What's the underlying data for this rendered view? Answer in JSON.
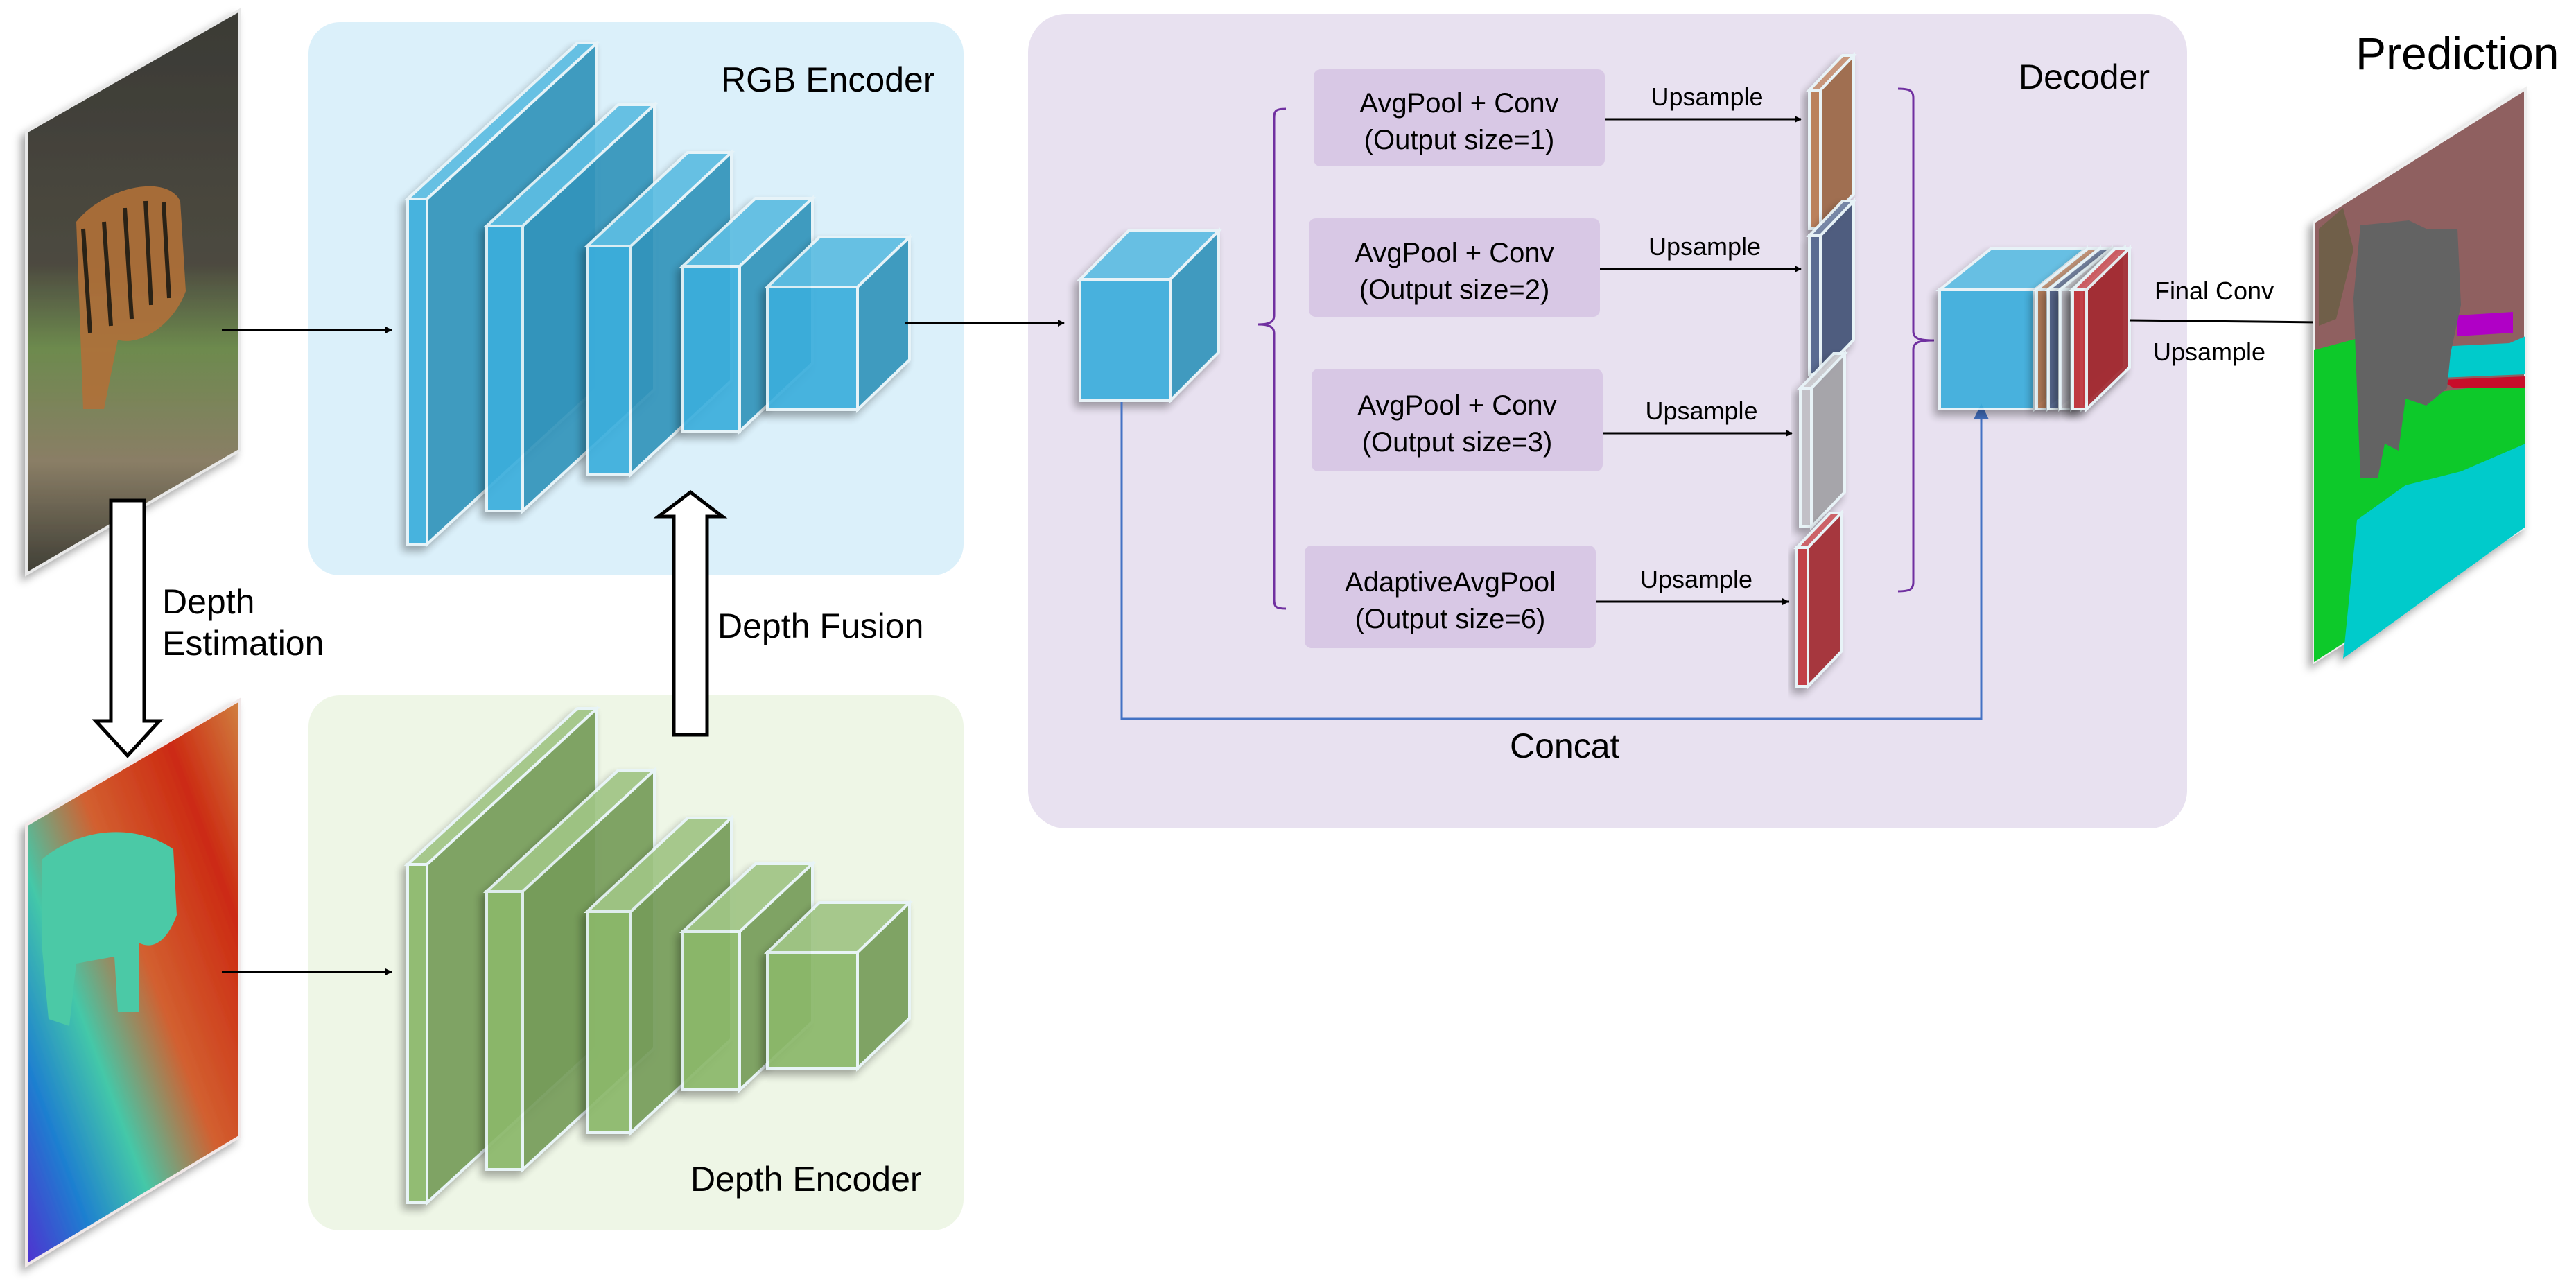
{
  "figure": {
    "type": "network-architecture",
    "panels": {
      "rgb_encoder": {
        "title": "RGB Encoder",
        "color": "#DBF0FA",
        "layer_color": "#3AAEDC",
        "layer_count": 5
      },
      "depth_encoder": {
        "title": "Depth Encoder",
        "color": "#EEF6E6",
        "layer_color": "#8BB86A",
        "layer_count": 5
      },
      "decoder": {
        "title": "Decoder",
        "color": "#E8E1F0"
      }
    },
    "inputs": {
      "rgb_image": {
        "description": "tiger photo (RGB input)"
      },
      "depth_map": {
        "description": "estimated depth map (colormap)"
      }
    },
    "arrows": {
      "depth_estimation": {
        "line1": "Depth",
        "line2": "Estimation"
      },
      "depth_fusion": "Depth Fusion",
      "concat": "Concat",
      "final_conv": "Final Conv",
      "final_upsample": "Upsample"
    },
    "pyramid_branches": [
      {
        "line1": "AvgPool + Conv",
        "line2": "(Output size=1)",
        "arrow_label": "Upsample",
        "feature_color": "#B97B55"
      },
      {
        "line1": "AvgPool + Conv",
        "line2": "(Output size=2)",
        "arrow_label": "Upsample",
        "feature_color": "#52668E"
      },
      {
        "line1": "AvgPool + Conv",
        "line2": "(Output size=3)",
        "arrow_label": "Upsample",
        "feature_color": "#C0BFC5"
      },
      {
        "line1": "AdaptiveAvgPool",
        "line2": "(Output size=6)",
        "arrow_label": "Upsample",
        "feature_color": "#C0373F"
      }
    ],
    "branch_box_color": "#D8C8E5",
    "bracket_color": "#7030A0",
    "skip_line_color": "#4472C4",
    "output": {
      "title": "Prediction",
      "segment_colors": {
        "background": "#8F6060",
        "animal": "#636363",
        "grass": "#08C92C",
        "water": "#05CBCB",
        "fence": "#B006C6",
        "strip": "#C8082A",
        "plant": "#6A5E44"
      }
    }
  }
}
